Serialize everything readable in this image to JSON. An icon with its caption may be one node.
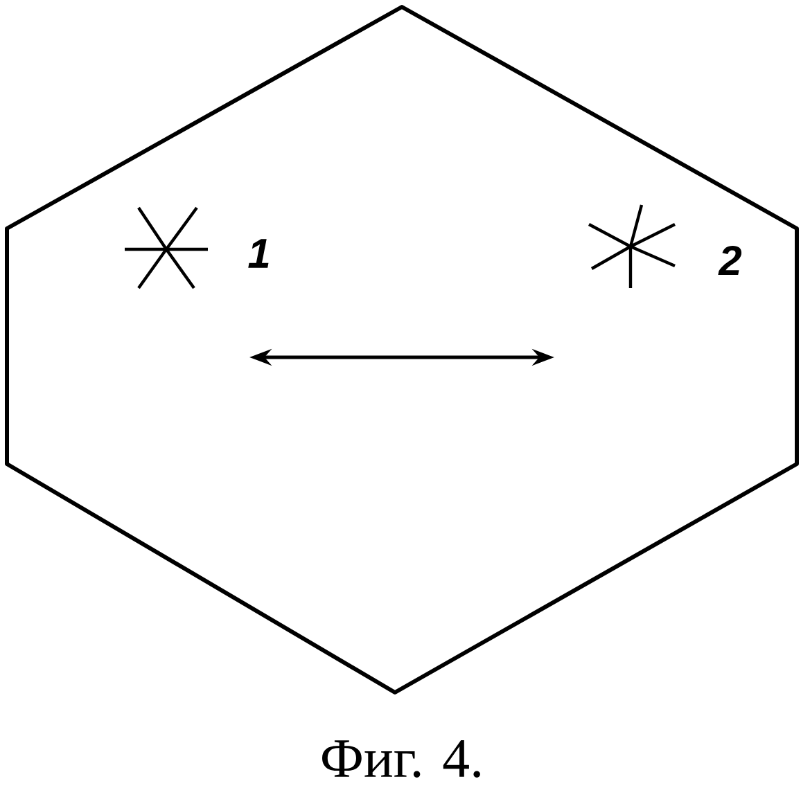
{
  "diagram": {
    "caption": "Фиг. 4.",
    "labels": [
      "1",
      "2"
    ]
  }
}
